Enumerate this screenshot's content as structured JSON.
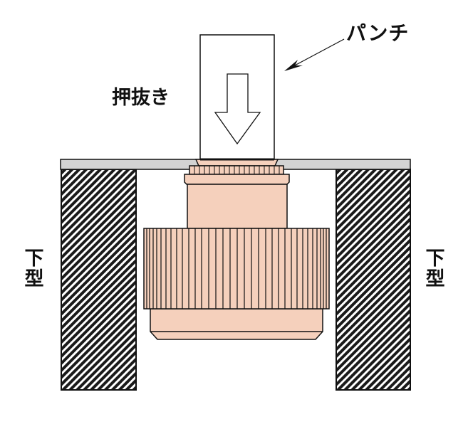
{
  "labels": {
    "punch": "パンチ",
    "push_out": "押抜き",
    "lower_die_left": [
      "下",
      "型"
    ],
    "lower_die_right": [
      "下",
      "型"
    ]
  },
  "colors": {
    "background": "#ffffff",
    "outline": "#111111",
    "plate": "#d3d3d3",
    "part": "#f5d0bc",
    "die_hatch_dark": "#1a1a1a",
    "die_hatch_light": "#ffffff",
    "punch_fill": "#ffffff"
  },
  "diagram": {
    "description": "Punching operation: a punch pushes a knurled cylindrical part through a sheet plate between two hatched lower dies",
    "components": [
      "punch",
      "push-direction arrow",
      "sheet plate",
      "knurled part",
      "left lower die",
      "right lower die",
      "leader arrow"
    ]
  }
}
